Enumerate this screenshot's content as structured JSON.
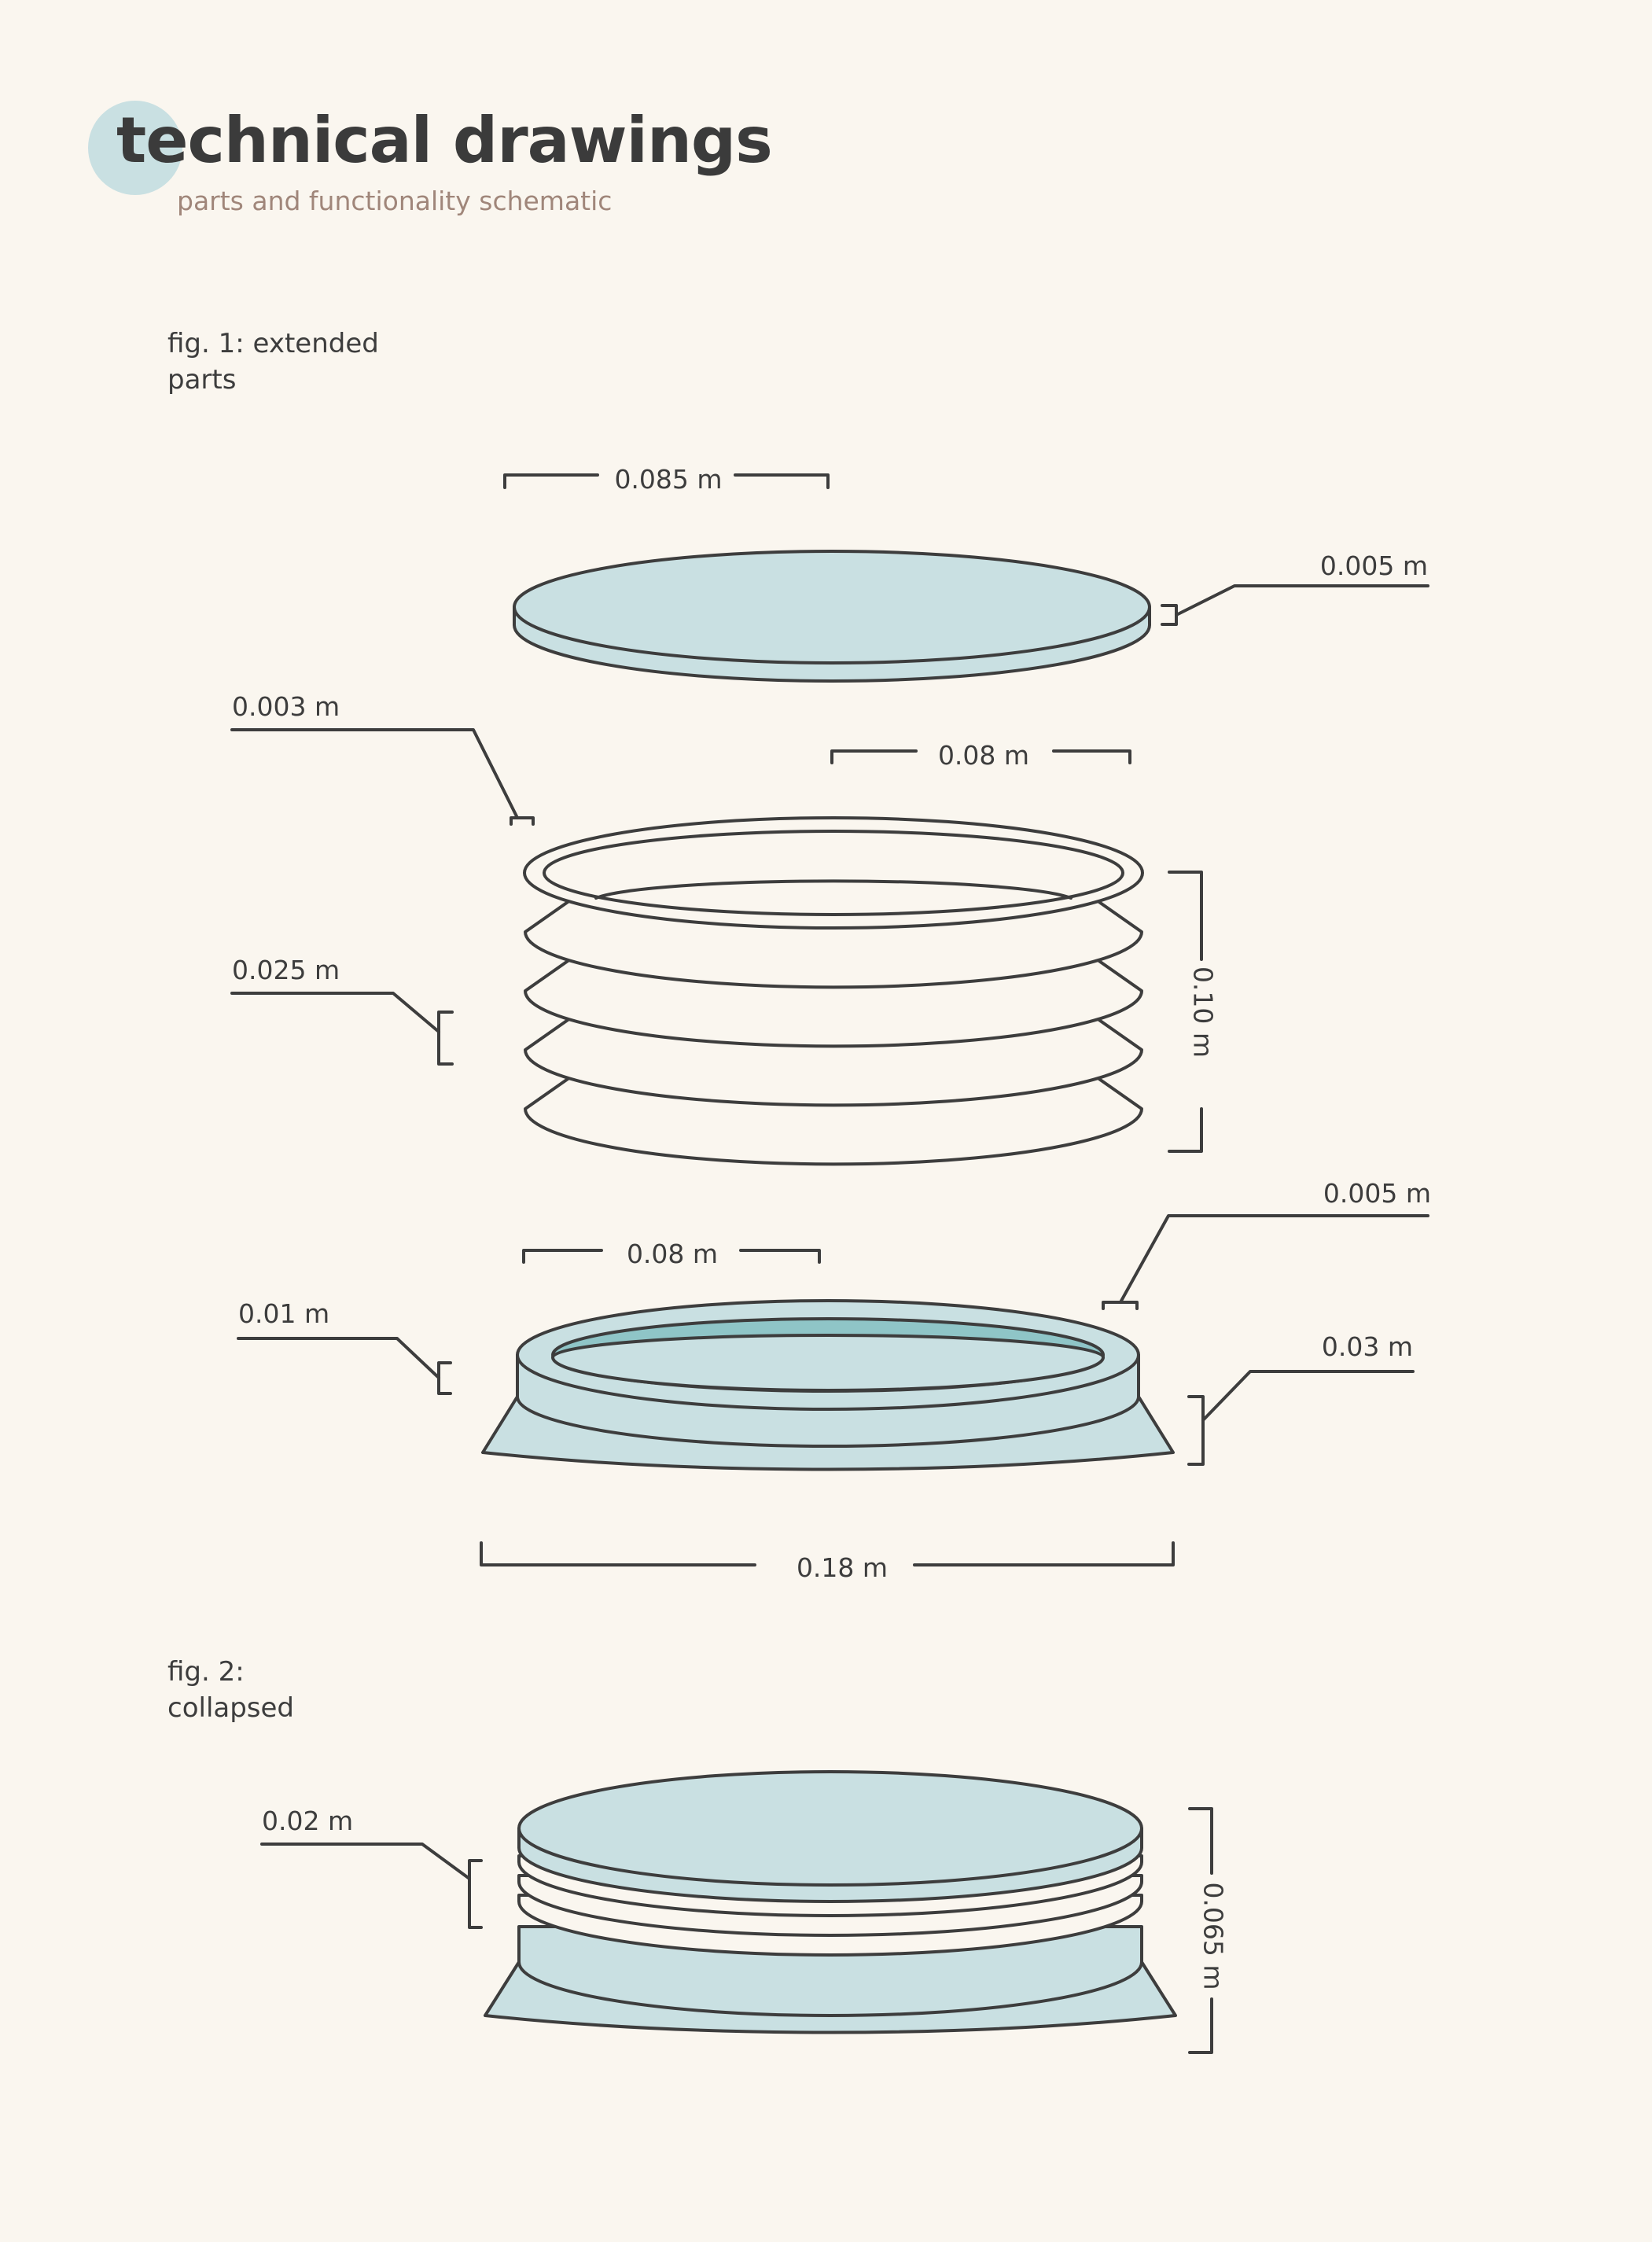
{
  "header": {
    "title": "technical drawings",
    "subtitle": "parts and functionality schematic"
  },
  "figures": [
    {
      "label_line1": "fig. 1: extended",
      "label_line2": "parts"
    },
    {
      "label_line1": "fig. 2:",
      "label_line2": "collapsed"
    }
  ],
  "dimensions": {
    "lid_diameter": "0.085 m",
    "lid_thickness": "0.005 m",
    "ring_wall": "0.003 m",
    "ring_diameter": "0.08 m",
    "fold_height": "0.025 m",
    "bellows_height": "0.10 m",
    "base_inner_diameter": "0.08 m",
    "base_rim_wall": "0.005 m",
    "base_rim_height": "0.01 m",
    "base_flare_height": "0.03 m",
    "base_diameter": "0.18 m",
    "collapsed_folds": "0.02 m",
    "collapsed_height": "0.065 m"
  },
  "colors": {
    "background": "#faf6ef",
    "fill": "#c9e0e2",
    "fill_dark": "#8fc5c7",
    "stroke": "#3d3d3d",
    "subtitle": "#a0867a"
  }
}
